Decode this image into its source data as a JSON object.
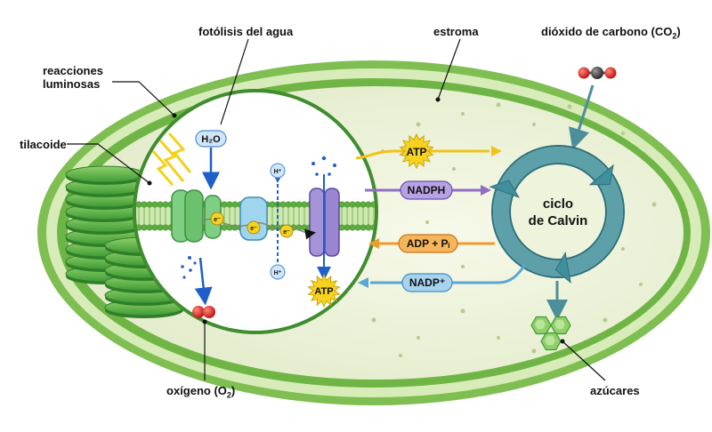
{
  "labels": {
    "photolysis": "fotólisis del agua",
    "stroma": "estroma",
    "co2_main": "dióxido de carbono (CO",
    "co2_sub": "2",
    "co2_close": ")",
    "light_reactions_1": "reacciones",
    "light_reactions_2": "luminosas",
    "thylakoid": "tilacoide",
    "oxygen_main": "oxígeno (O",
    "oxygen_sub": "2",
    "oxygen_close": ")",
    "sugars": "azúcares"
  },
  "cycle": {
    "line1": "ciclo",
    "line2": "de Calvin"
  },
  "molecules": {
    "water": "H₂O",
    "h_plus": "H⁺",
    "electron": "e⁻",
    "atp": "ATP",
    "nadph": "NADPH",
    "adp_pi": "ADP + Pᵢ",
    "nadp_plus": "NADP⁺"
  },
  "colors": {
    "membrane_green": "#5fae3f",
    "stroma_fill": "#eef3dc",
    "atp_yellow": "#f6d321",
    "nadph_purple": "#8f6fc4",
    "adp_orange": "#ef9a2c",
    "nadp_blue": "#5aa7d6",
    "calvin_teal": "#3f8f9c"
  }
}
